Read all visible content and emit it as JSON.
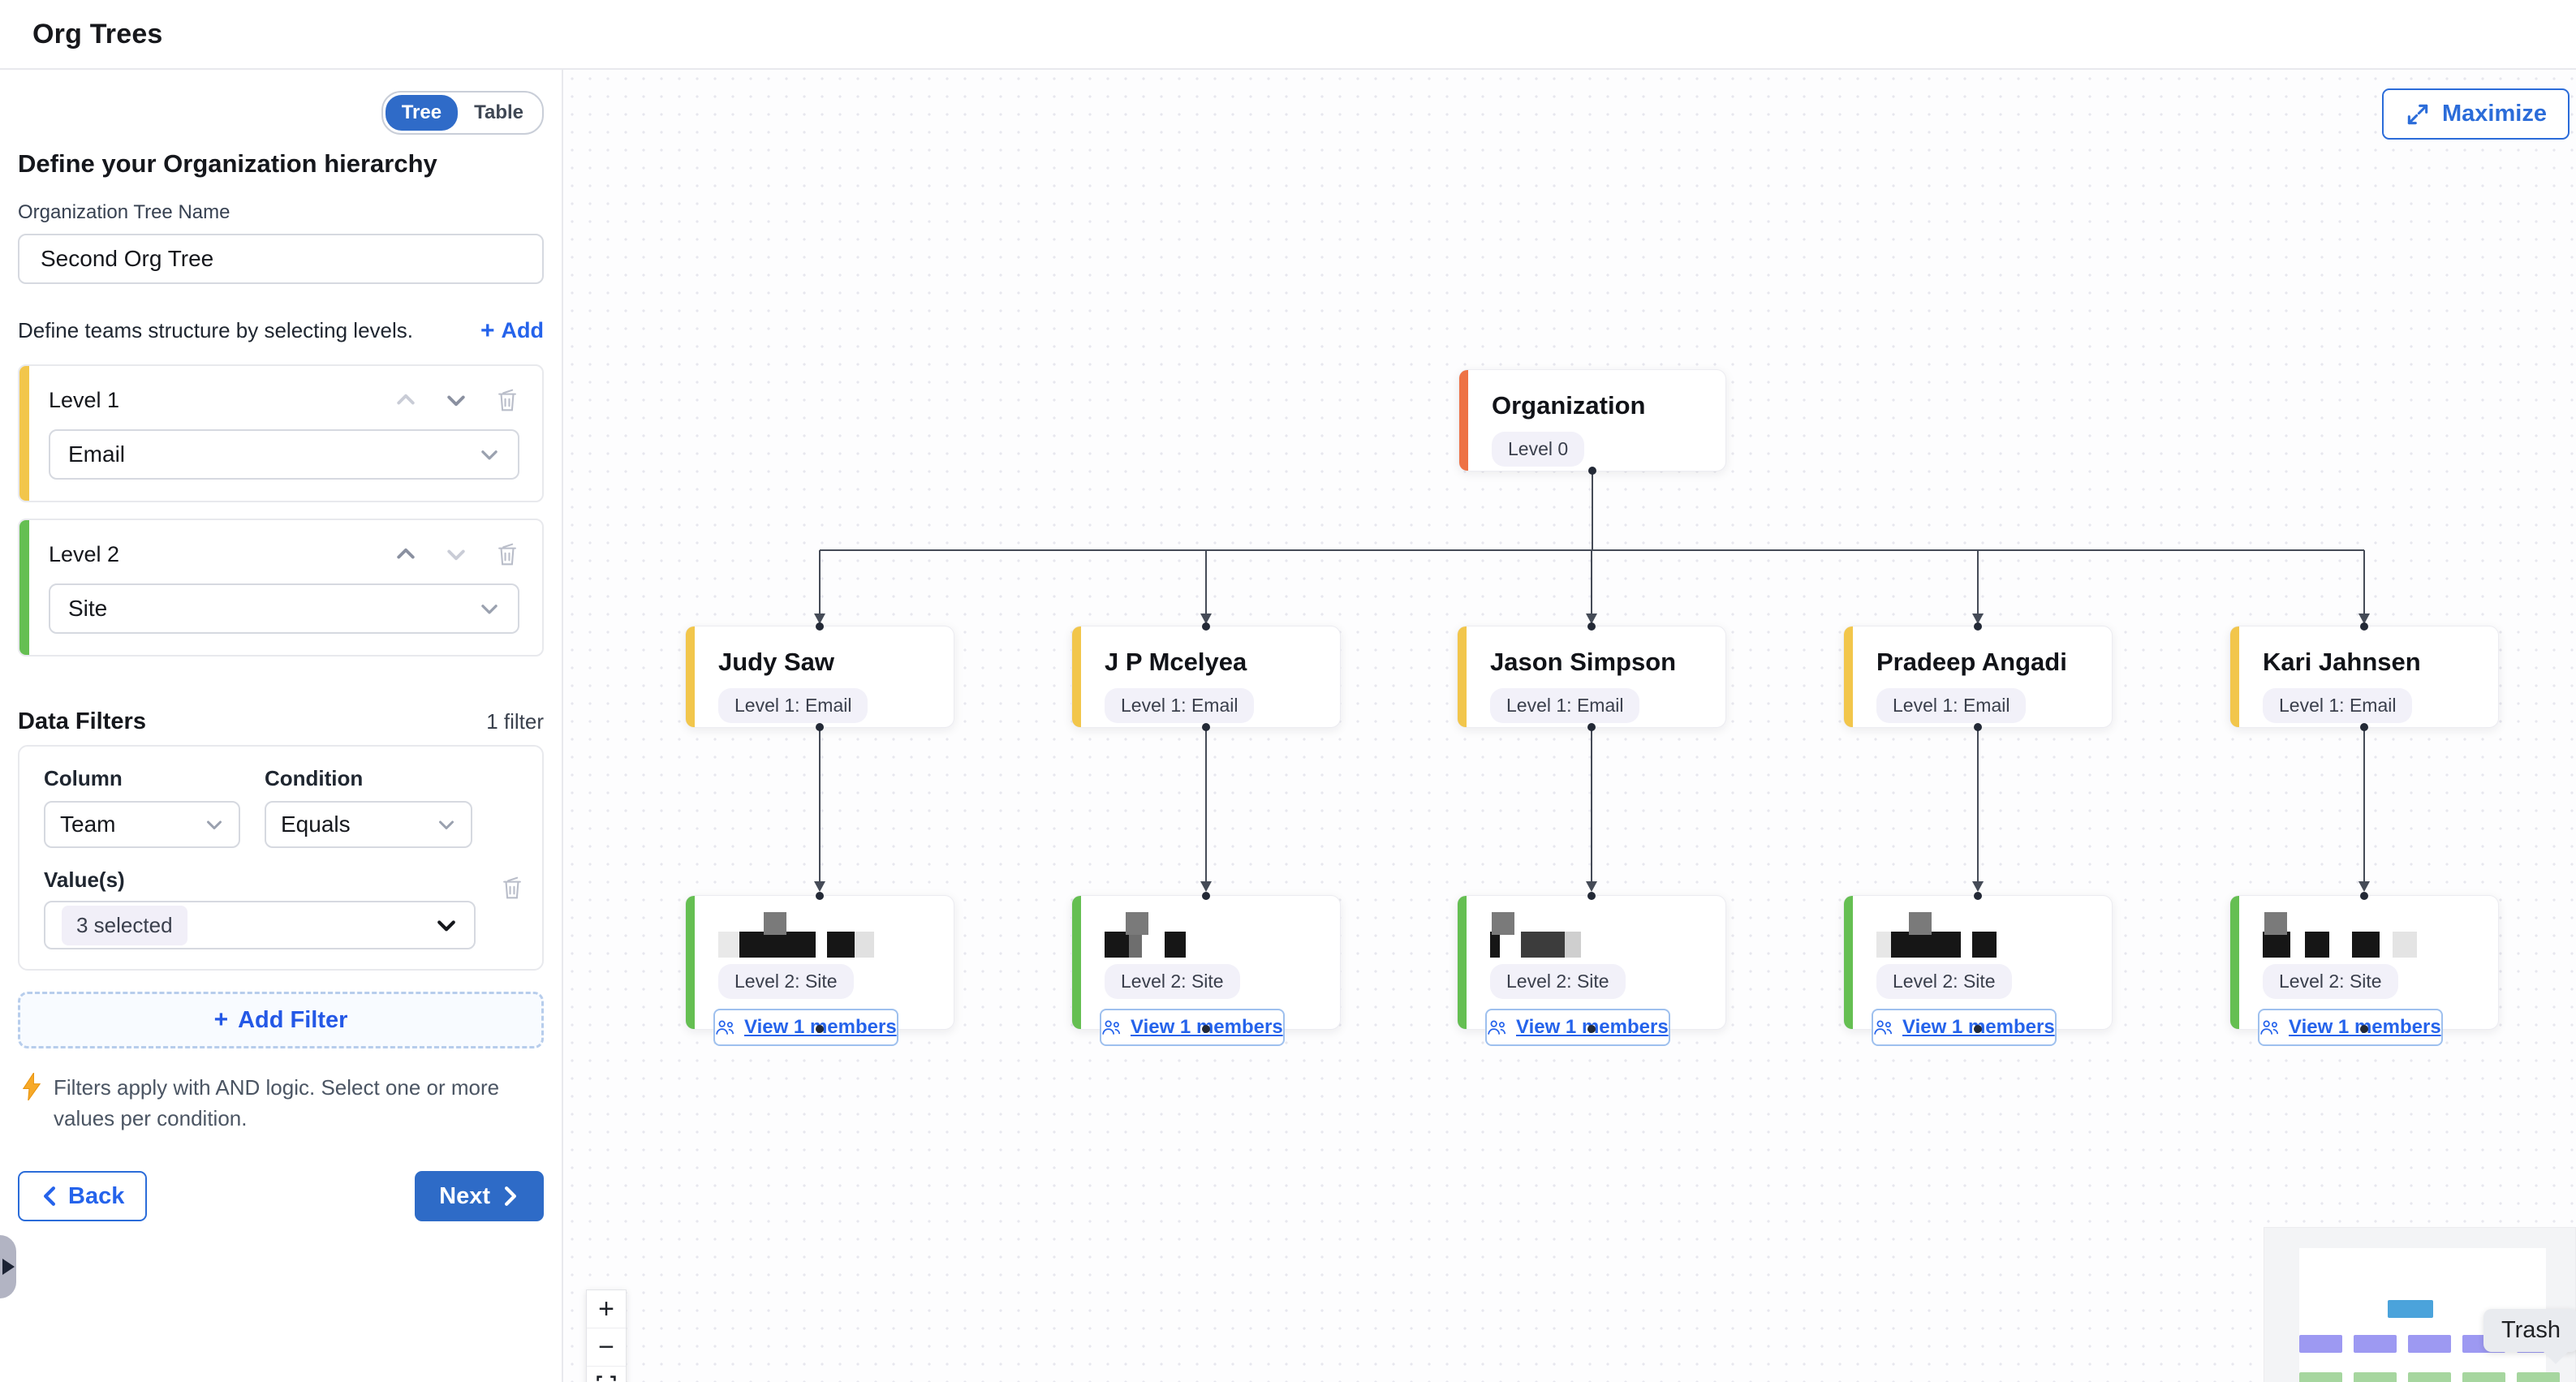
{
  "header": {
    "title": "Org Trees"
  },
  "sidebar": {
    "view_toggle": {
      "tree_label": "Tree",
      "table_label": "Table",
      "selected": "Tree"
    },
    "heading": "Define your Organization hierarchy",
    "tree_name": {
      "label": "Organization Tree Name",
      "value": "Second Org Tree"
    },
    "levels_intro": "Define teams structure by selecting levels.",
    "add_level": {
      "plus": "+",
      "label": "Add"
    },
    "levels": [
      {
        "label": "Level 1",
        "value": "Email",
        "accent": "#f2c64b",
        "move_up_enabled": false,
        "move_down_enabled": true
      },
      {
        "label": "Level 2",
        "value": "Site",
        "accent": "#65bf52",
        "move_up_enabled": true,
        "move_down_enabled": false
      }
    ],
    "filters": {
      "title": "Data Filters",
      "count_label": "1 filter",
      "column_label": "Column",
      "column_value": "Team",
      "condition_label": "Condition",
      "condition_value": "Equals",
      "values_label": "Value(s)",
      "values_chip": "3 selected",
      "add_filter": {
        "plus": "+",
        "label": "Add Filter"
      },
      "note": "Filters apply with AND logic. Select one or more values per condition."
    },
    "back_label": "Back",
    "next_label": "Next"
  },
  "canvas": {
    "maximize_label": "Maximize",
    "tree": {
      "root": {
        "title": "Organization",
        "badge": "Level 0"
      },
      "level1": [
        {
          "title": "Judy Saw",
          "badge": "Level 1: Email"
        },
        {
          "title": "J P Mcelyea",
          "badge": "Level 1: Email"
        },
        {
          "title": "Jason Simpson",
          "badge": "Level 1: Email"
        },
        {
          "title": "Pradeep Angadi",
          "badge": "Level 1: Email"
        },
        {
          "title": "Kari Jahnsen",
          "badge": "Level 1: Email"
        }
      ],
      "view_members_label": "View 1 members",
      "level2": [
        {
          "badge": "Level 2: Site",
          "redaction": {
            "cap": 56,
            "row": [
              [
                "#e9e9e9",
                26
              ],
              [
                "#161616",
                94
              ],
              [
                "g",
                14
              ],
              [
                "#161616",
                34
              ],
              [
                "#e1e1e1",
                24
              ]
            ]
          }
        },
        {
          "badge": "Level 2: Site",
          "redaction": {
            "cap": 26,
            "row": [
              [
                "#161616",
                30
              ],
              [
                "#6e6e6e",
                16
              ],
              [
                "g",
                28
              ],
              [
                "#161616",
                26
              ]
            ]
          }
        },
        {
          "badge": "Level 2: Site",
          "redaction": {
            "cap": 2,
            "row": [
              [
                "#161616",
                12
              ],
              [
                "g",
                26
              ],
              [
                "#3c3c3c",
                54
              ],
              [
                "#cfcfcf",
                20
              ]
            ]
          }
        },
        {
          "badge": "Level 2: Site",
          "redaction": {
            "cap": 40,
            "row": [
              [
                "#e7e7e7",
                18
              ],
              [
                "#161616",
                86
              ],
              [
                "g",
                14
              ],
              [
                "#161616",
                30
              ]
            ]
          }
        },
        {
          "badge": "Level 2: Site",
          "redaction": {
            "cap": 2,
            "row": [
              [
                "#161616",
                34
              ],
              [
                "g",
                18
              ],
              [
                "#161616",
                30
              ],
              [
                "g",
                28
              ],
              [
                "#161616",
                34
              ],
              [
                "g",
                16
              ],
              [
                "#e4e4e4",
                30
              ]
            ]
          }
        }
      ]
    },
    "zoom_controls": {
      "zoom_in": "+",
      "zoom_out": "−"
    },
    "trash_tooltip": "Trash"
  },
  "colors": {
    "primary_blue": "#2f6bc8",
    "link_blue": "#2563eb",
    "root_orange": "#ee7244",
    "level1_yellow": "#f2c64b",
    "level2_green": "#65bf52",
    "minimap_root": "#4ba3db",
    "minimap_level1": "#9d99f2",
    "minimap_level2": "#a6d69f",
    "badge_bg": "#f2f1f9",
    "edge_gray": "#454b57"
  }
}
